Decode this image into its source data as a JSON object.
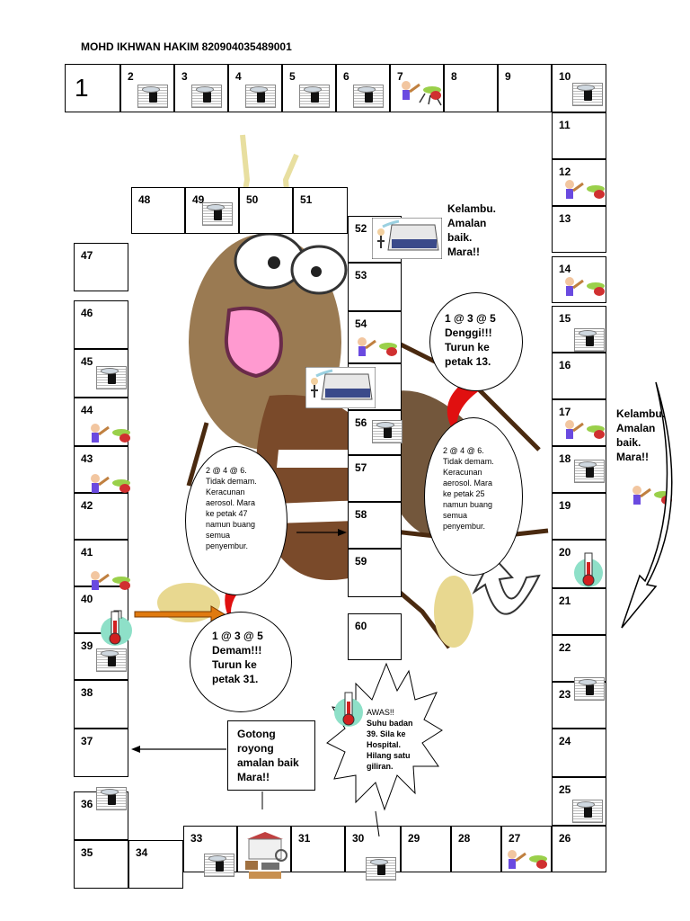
{
  "header": {
    "student": "MOHD IKHWAN HAKIM 820904035489001"
  },
  "squares": {
    "s1": "1",
    "s2": "2",
    "s3": "3",
    "s4": "4",
    "s5": "5",
    "s6": "6",
    "s7": "7",
    "s8": "8",
    "s9": "9",
    "s10": "10",
    "s11": "11",
    "s12": "12",
    "s13": "13",
    "s14": "14",
    "s15": "15",
    "s16": "16",
    "s17": "17",
    "s18": "18",
    "s19": "19",
    "s20": "20",
    "s21": "21",
    "s22": "22",
    "s23": "23",
    "s24": "24",
    "s25": "25",
    "s26": "26",
    "s27": "27",
    "s28": "28",
    "s29": "29",
    "s30": "30",
    "s31": "31",
    "s33": "33",
    "s34": "34",
    "s35": "35",
    "s36": "36",
    "s37": "37",
    "s38": "38",
    "s39": "39",
    "s40": "40",
    "s41": "41",
    "s42": "42",
    "s43": "43",
    "s44": "44",
    "s45": "45",
    "s46": "46",
    "s47": "47",
    "s48": "48",
    "s49": "49",
    "s50": "50",
    "s51": "51",
    "s52": "52",
    "s53": "53",
    "s54": "54",
    "s56": "56",
    "s57": "57",
    "s58": "58",
    "s59": "59",
    "s60": "60"
  },
  "notes": {
    "kelambu_top": [
      "Kelambu.",
      "Amalan",
      "baik.",
      "Mara!!"
    ],
    "kelambu_right": [
      "Kelambu.",
      "Amalan",
      "baik.",
      "Mara!!"
    ],
    "denggi": [
      "1 @ 3 @ 5",
      "Denggi!!!",
      "Turun ke",
      "petak 13."
    ],
    "aerosol_right": [
      "2 @ 4 @ 6.",
      "Tidak demam.",
      "Keracunan",
      "aerosol. Mara",
      "ke petak 25",
      "namun buang",
      "semua",
      "penyembur."
    ],
    "aerosol_left": [
      "2 @ 4 @ 6.",
      "Tidak demam.",
      "Keracunan",
      "aerosol. Mara",
      "ke petak 47",
      "namun buang",
      "semua",
      "penyembur."
    ],
    "demam": [
      "1 @ 3 @ 5",
      "Demam!!!",
      "Turun ke",
      "petak 31."
    ],
    "gotong": [
      "Gotong",
      "royong",
      "amalan baik",
      "Mara!!"
    ],
    "awas": [
      "AWAS!!",
      "Suhu badan",
      "39. Sila ke",
      "Hospital.",
      "Hilang satu",
      "giliran."
    ]
  },
  "colors": {
    "moon": "#e01010",
    "arrow": "#e07a10",
    "mosquito_body": "#9a6a3a",
    "tongue": "#ff9ad0"
  }
}
